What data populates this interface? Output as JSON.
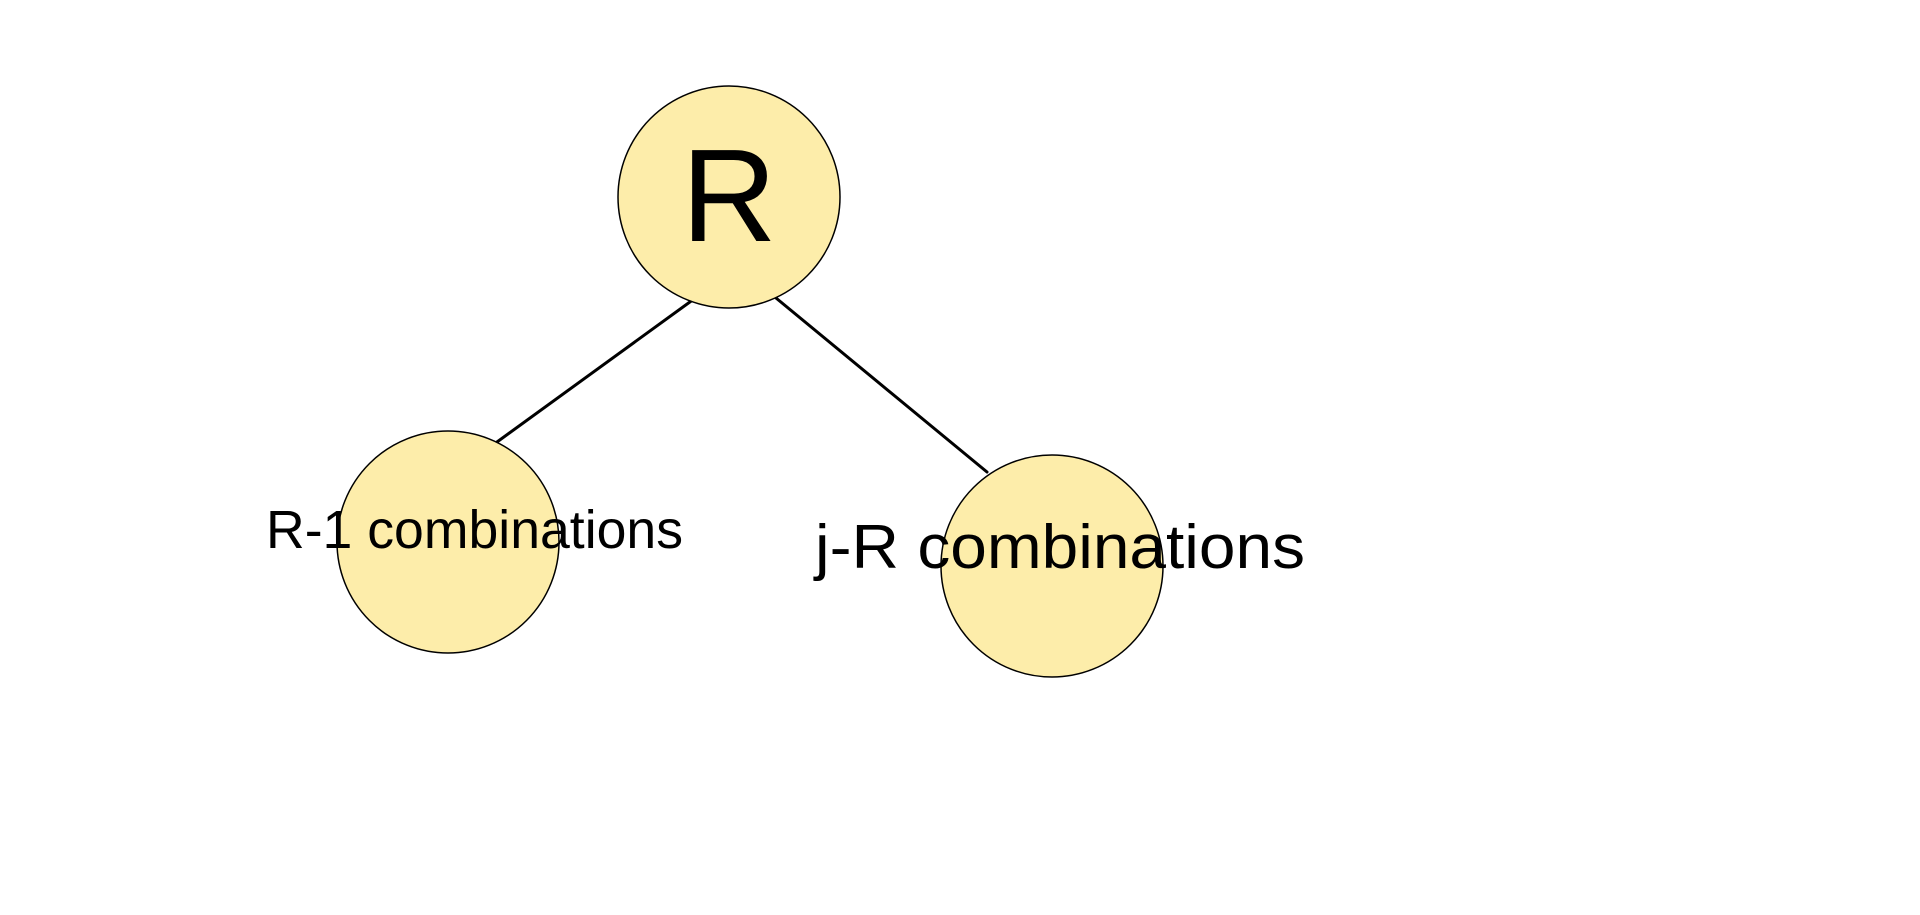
{
  "diagram": {
    "type": "tree",
    "node_fill": "#fdedaa",
    "stroke_color": "#000000",
    "root": {
      "label": "R"
    },
    "children": [
      {
        "label": "R-1 combinations"
      },
      {
        "label": "j-R combinations"
      }
    ],
    "edges": [
      {
        "from": "root",
        "to": "child-left"
      },
      {
        "from": "root",
        "to": "child-right"
      }
    ]
  }
}
